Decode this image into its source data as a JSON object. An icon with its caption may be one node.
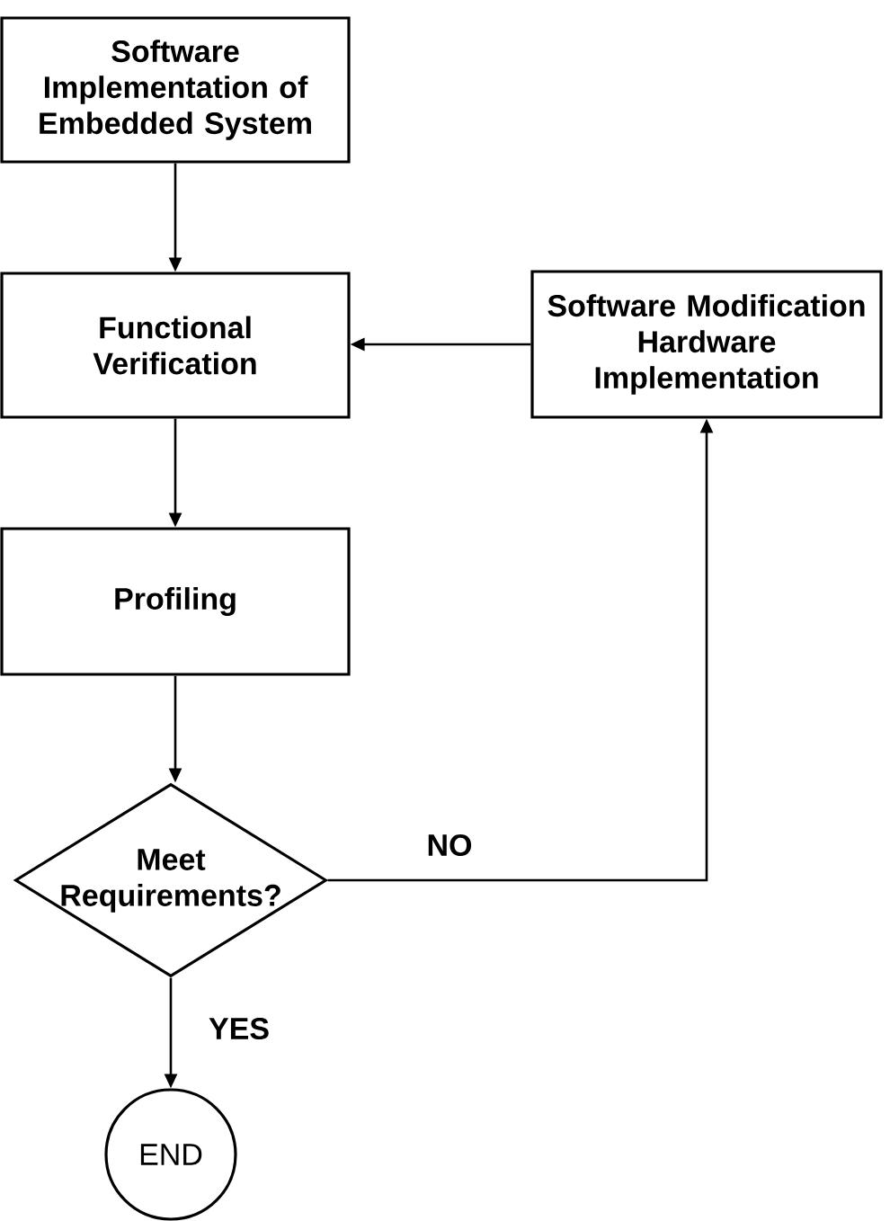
{
  "diagram": {
    "nodes": [
      {
        "text": [
          "Software Implementation of Embedded System"
        ]
      },
      {
        "text": [
          "Functional Verification"
        ]
      },
      {
        "text": [
          "Software Modification Hardware Implementation"
        ]
      },
      {
        "text": [
          "Profiling"
        ]
      },
      {
        "text": [
          "Meet Requirements?"
        ]
      },
      {
        "text": [
          "END"
        ]
      }
    ],
    "edges": [
      {
        "from": 0,
        "to": 1,
        "arrow": "to"
      },
      {
        "from": 2,
        "to": 1,
        "arrow": "to"
      },
      {
        "from": 1,
        "to": 3,
        "arrow": "to"
      },
      {
        "from": 3,
        "to": 4,
        "arrow": "to"
      },
      {
        "from": 4,
        "to": 2,
        "arrow": "to",
        "label": "NO"
      },
      {
        "from": 4,
        "to": 5,
        "arrow": "to",
        "label": "YES"
      }
    ]
  }
}
